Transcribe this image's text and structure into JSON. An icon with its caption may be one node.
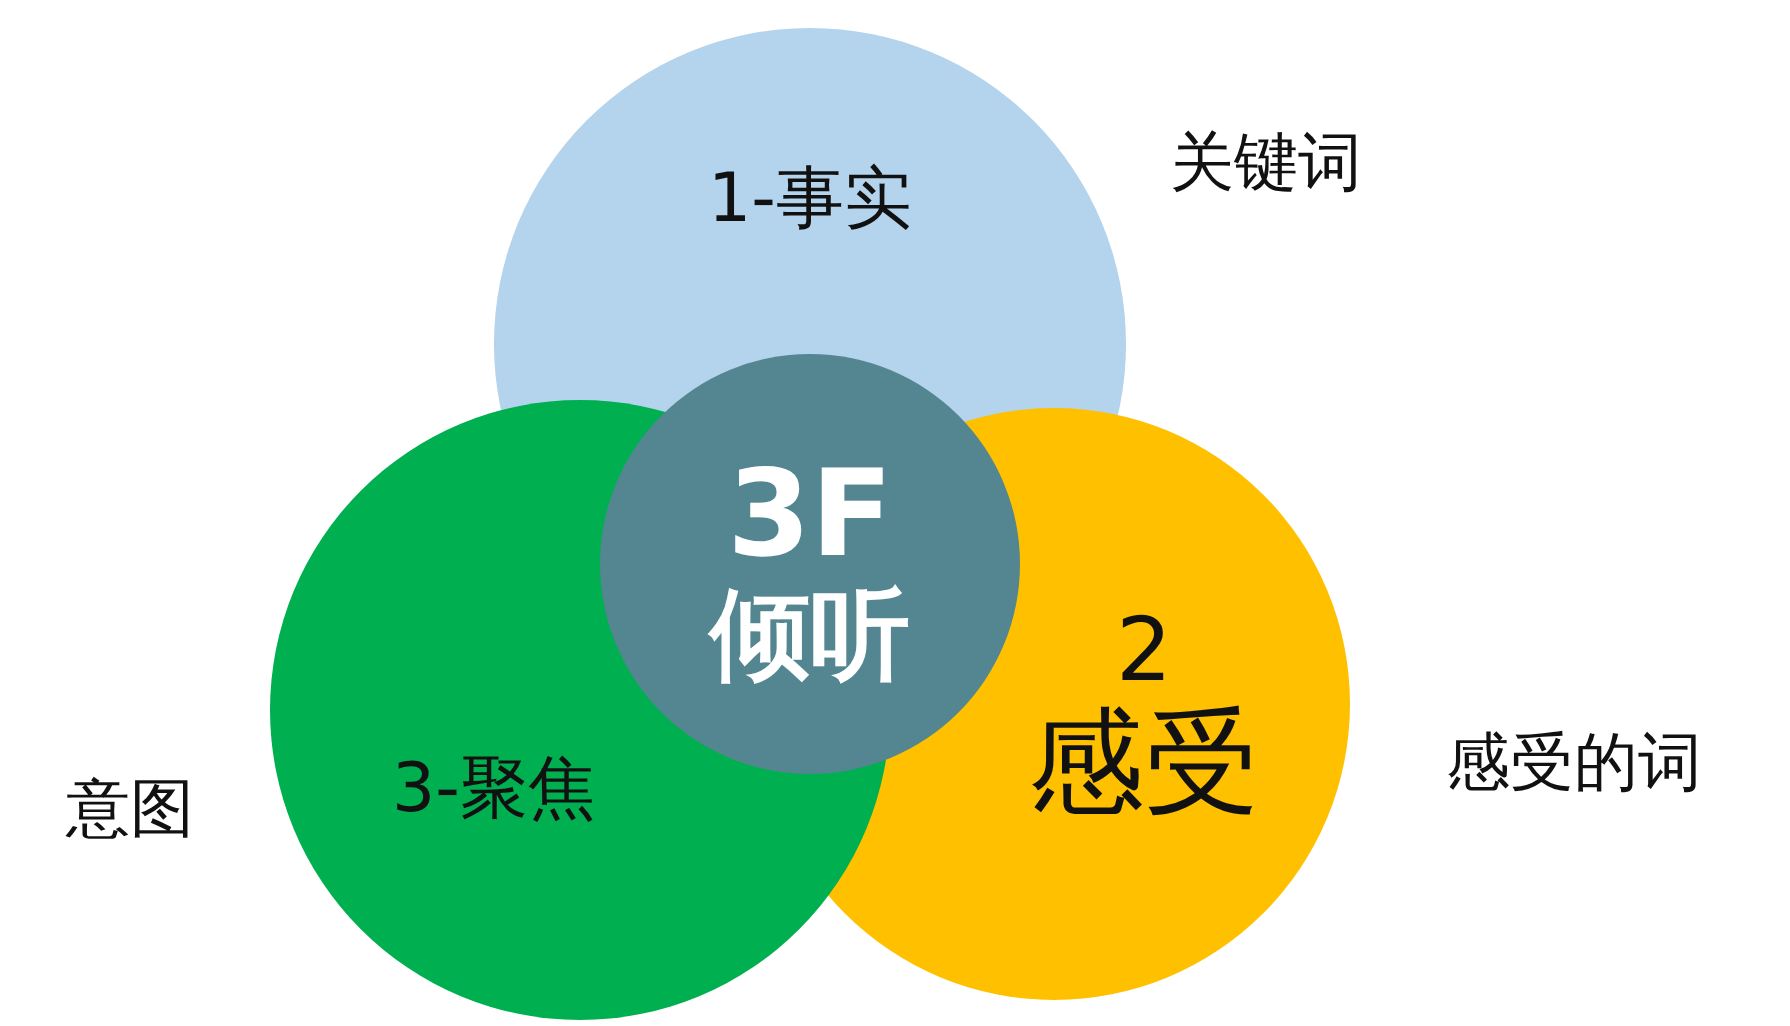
{
  "diagram": {
    "nodes": [
      {
        "text": [
          "1-事实"
        ]
      },
      {
        "text": [
          "3F",
          "倾听"
        ]
      },
      {
        "text": [
          "2",
          "感受"
        ]
      },
      {
        "text": [
          "3-聚焦"
        ]
      }
    ],
    "labels": [
      "关键词",
      "感受的词",
      "意图"
    ]
  }
}
